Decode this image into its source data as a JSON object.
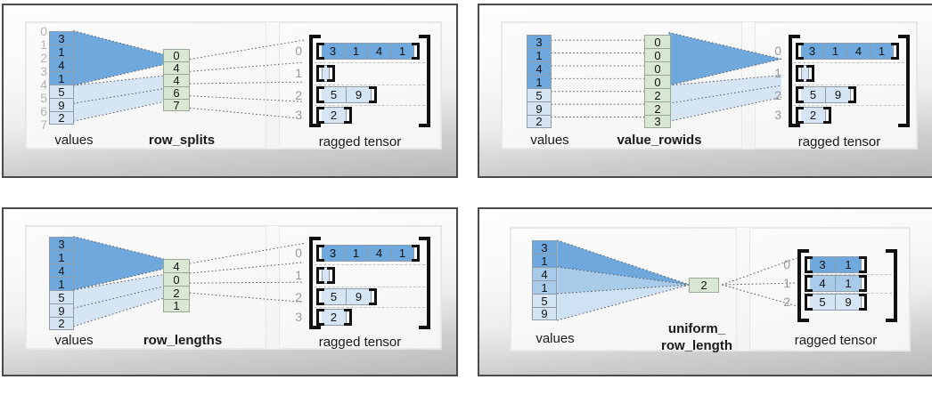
{
  "panels": [
    {
      "id": "row-splits",
      "values_label": "values",
      "encoding_label": "row_splits",
      "tensor_label": "ragged tensor",
      "values": [
        3,
        1,
        4,
        1,
        5,
        9,
        2
      ],
      "value_shades": [
        "dark",
        "dark",
        "dark",
        "dark",
        "light",
        "light",
        "light"
      ],
      "value_index_labels": [
        "0",
        "1",
        "2",
        "3",
        "4",
        "5",
        "6",
        "7"
      ],
      "encoding": [
        "0",
        "4",
        "4",
        "6",
        "7"
      ],
      "tensor_row_labels": [
        "0",
        "1",
        "2",
        "3"
      ],
      "tensor_rows": [
        {
          "cells": [
            "3",
            "1",
            "4",
            "1"
          ],
          "shade": "dark"
        },
        {
          "cells": [],
          "shade": "light"
        },
        {
          "cells": [
            "5",
            "9"
          ],
          "shade": "light"
        },
        {
          "cells": [
            "2"
          ],
          "shade": "light"
        }
      ]
    },
    {
      "id": "value-rowids",
      "values_label": "values",
      "encoding_label": "value_rowids",
      "tensor_label": "ragged tensor",
      "values": [
        3,
        1,
        4,
        1,
        5,
        9,
        2
      ],
      "value_shades": [
        "dark",
        "dark",
        "dark",
        "dark",
        "light",
        "light",
        "light"
      ],
      "value_index_labels": [],
      "encoding": [
        "0",
        "0",
        "0",
        "0",
        "2",
        "2",
        "3"
      ],
      "tensor_row_labels": [
        "0",
        "1",
        "2",
        "3"
      ],
      "tensor_rows": [
        {
          "cells": [
            "3",
            "1",
            "4",
            "1"
          ],
          "shade": "dark"
        },
        {
          "cells": [],
          "shade": "light"
        },
        {
          "cells": [
            "5",
            "9"
          ],
          "shade": "light"
        },
        {
          "cells": [
            "2"
          ],
          "shade": "light"
        }
      ]
    },
    {
      "id": "row-lengths",
      "values_label": "values",
      "encoding_label": "row_lengths",
      "tensor_label": "ragged tensor",
      "values": [
        3,
        1,
        4,
        1,
        5,
        9,
        2
      ],
      "value_shades": [
        "dark",
        "dark",
        "dark",
        "dark",
        "light",
        "light",
        "light"
      ],
      "value_index_labels": [],
      "encoding": [
        "4",
        "0",
        "2",
        "1"
      ],
      "tensor_row_labels": [
        "0",
        "1",
        "2",
        "3"
      ],
      "tensor_rows": [
        {
          "cells": [
            "3",
            "1",
            "4",
            "1"
          ],
          "shade": "dark"
        },
        {
          "cells": [],
          "shade": "light"
        },
        {
          "cells": [
            "5",
            "9"
          ],
          "shade": "light"
        },
        {
          "cells": [
            "2"
          ],
          "shade": "light"
        }
      ]
    },
    {
      "id": "uniform-row-length",
      "values_label": "values",
      "encoding_label": "uniform_\nrow_length",
      "tensor_label": "ragged tensor",
      "values": [
        3,
        1,
        4,
        1,
        5,
        9
      ],
      "value_shades": [
        "dark",
        "dark",
        "mid",
        "mid",
        "light",
        "light"
      ],
      "value_index_labels": [],
      "encoding": [
        "2"
      ],
      "tensor_row_labels": [
        "0",
        "1",
        "2"
      ],
      "tensor_rows": [
        {
          "cells": [
            "3",
            "1"
          ],
          "shade": "dark"
        },
        {
          "cells": [
            "4",
            "1"
          ],
          "shade": "mid"
        },
        {
          "cells": [
            "5",
            "9"
          ],
          "shade": "light"
        }
      ]
    }
  ],
  "colors": {
    "blue_dark": "#6fa8dc",
    "blue_mid": "#a8cbea",
    "blue_light": "#d5e5f4",
    "green": "#d9e8d2",
    "fan_dark": "#6fa8dc",
    "fan_light": "#d5e5f4",
    "panel_border": "#4a4a4a",
    "index_text": "#b4b4b4"
  }
}
